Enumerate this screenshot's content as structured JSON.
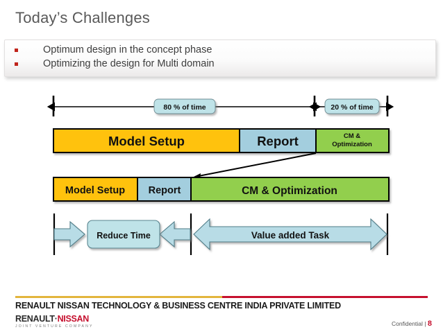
{
  "slide": {
    "title": "Today’s Challenges",
    "bullets": [
      "Optimum design in the concept phase",
      "Optimizing the design for Multi domain"
    ]
  },
  "diagram": {
    "timeline": {
      "labels": [
        {
          "text": "80 % of time",
          "share": 80
        },
        {
          "text": "20 % of time",
          "share": 20
        }
      ]
    },
    "bar_current": {
      "name": "current-process-bar",
      "segments": [
        {
          "label": "Model Setup",
          "color": "#FFC20E",
          "pct": 55.5
        },
        {
          "label": "Report",
          "color": "#A3CEDE",
          "pct": 22.8
        },
        {
          "label": "CM & Optimization",
          "color": "#92CF4E",
          "pct": 21.7
        }
      ]
    },
    "bar_target": {
      "name": "improved-process-bar",
      "segments": [
        {
          "label": "Model Setup",
          "color": "#FFC20E",
          "pct": 24.9
        },
        {
          "label": "Report",
          "color": "#A3CEDE",
          "pct": 16.0
        },
        {
          "label": "CM & Optimization",
          "color": "#92CF4E",
          "pct": 59.1
        }
      ]
    },
    "callouts": [
      {
        "text": "Reduce Time",
        "arrow": "bidirectional",
        "color": "#B8DCE6"
      },
      {
        "text": "Value added Task",
        "arrow": "bidirectional",
        "color": "#B8DCE6"
      }
    ]
  },
  "footer": {
    "company": "RENAULT NISSAN TECHNOLOGY & BUSINESS CENTRE INDIA PRIVATE LIMITED",
    "logo_renault": "RENAULT",
    "logo_dot": "·",
    "logo_nissan": "NISSAN",
    "logo_sub": "JOINT VENTURE COMPANY",
    "confidential": "Confidential |",
    "page_number": "8"
  },
  "colors": {
    "orange": "#FFC20E",
    "blue": "#A3CEDE",
    "green": "#92CF4E",
    "callout_fill": "#B8DCE6",
    "accent_red": "#C6102E",
    "accent_gold": "#E3B53C"
  }
}
